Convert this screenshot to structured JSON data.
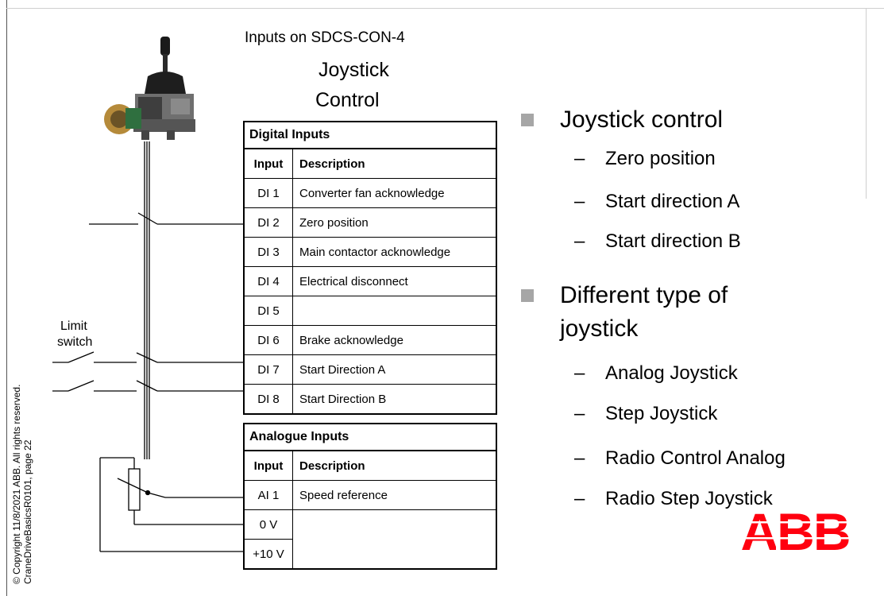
{
  "diagram": {
    "title_line1": "Inputs on SDCS-CON-4",
    "title_line2": "Joystick",
    "title_line3": "Control",
    "digital_inputs": {
      "header": "Digital Inputs",
      "col_input": "Input",
      "col_description": "Description",
      "rows": [
        {
          "input": "DI 1",
          "description": "Converter fan acknowledge"
        },
        {
          "input": "DI 2",
          "description": "Zero position"
        },
        {
          "input": "DI 3",
          "description": "Main contactor acknowledge"
        },
        {
          "input": "DI 4",
          "description": "Electrical disconnect"
        },
        {
          "input": "DI 5",
          "description": ""
        },
        {
          "input": "DI 6",
          "description": "Brake acknowledge"
        },
        {
          "input": "DI 7",
          "description": "Start Direction A"
        },
        {
          "input": "DI 8",
          "description": "Start Direction B"
        }
      ]
    },
    "analogue_inputs": {
      "header": "Analogue Inputs",
      "col_input": "Input",
      "col_description": "Description",
      "rows": [
        {
          "input": "AI 1",
          "description": "Speed reference"
        },
        {
          "input": "0 V",
          "description": ""
        },
        {
          "input": "+10 V",
          "description": ""
        }
      ]
    },
    "limit_switch_label_line1": "Limit",
    "limit_switch_label_line2": "switch"
  },
  "bullets": {
    "item1": {
      "text": "Joystick control",
      "subitems": [
        "Zero position",
        "Start direction A",
        "Start direction B"
      ]
    },
    "item2": {
      "text_line1": "Different type of",
      "text_line2": "joystick",
      "subitems": [
        "Analog Joystick",
        "Step Joystick",
        "Radio Control Analog",
        "Radio Step Joystick"
      ]
    },
    "dash": "–"
  },
  "footer": {
    "copyright_line1": "© Copyright 11/8/2021 ABB. All rights reserved.",
    "copyright_line2": "CraneDriveBasicsR0101, page 22"
  },
  "logo": {
    "text": "ABB",
    "color": "#ff000f"
  },
  "colors": {
    "bullet_square": "#a6a6a6",
    "logo_red": "#ff000f"
  }
}
